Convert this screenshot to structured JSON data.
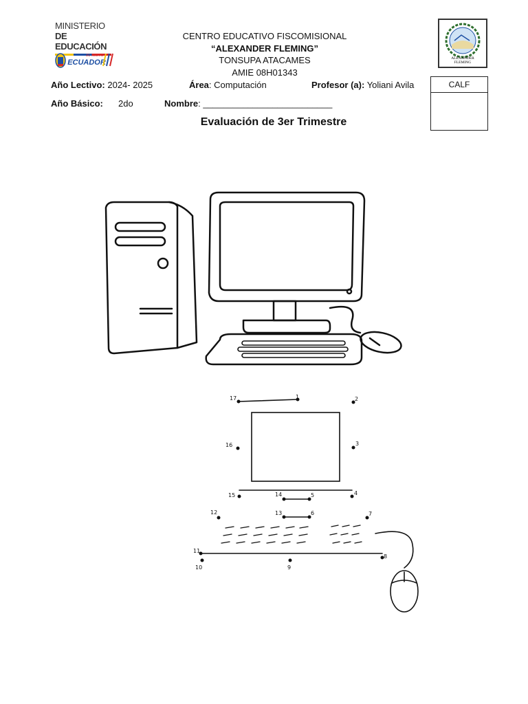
{
  "ministry": {
    "line1": "MINISTERIO",
    "line2": "DE EDUCACIÓN",
    "ecuador_tagline": "EL NUEVO",
    "ecuador_word": "ECUADOR"
  },
  "header": {
    "line1": "CENTRO EDUCATIVO FISCOMISIONAL",
    "line2": "“ALEXANDER FLEMING”",
    "line3": "TONSUPA ATACAMES",
    "line4": "AMIE 08H01343"
  },
  "school_logo": {
    "text_line1": "ALEXANDER",
    "text_line2": "FLEMING"
  },
  "info": {
    "year_label": "Año Lectivo:",
    "year_value": "2024- 2025",
    "area_label": "Área",
    "area_value": ": Computación",
    "teacher_label": "Profesor (a):",
    "teacher_value": "Yoliani Avila",
    "grade_label": "Año Básico:",
    "grade_value": "2do",
    "name_label": "Nombre",
    "name_value": ": __________________________"
  },
  "grade_box": {
    "label": "CALF"
  },
  "title": "Evaluación de 3er Trimestre",
  "dot_numbers": [
    "1",
    "2",
    "3",
    "4",
    "5",
    "6",
    "7",
    "8",
    "9",
    "10",
    "11",
    "12",
    "13",
    "14",
    "15",
    "16",
    "17"
  ],
  "colors": {
    "line": "#111111",
    "ecuador_blue": "#1d4fa3",
    "ecuador_yellow": "#f1c40f",
    "ecuador_red": "#d62828"
  }
}
